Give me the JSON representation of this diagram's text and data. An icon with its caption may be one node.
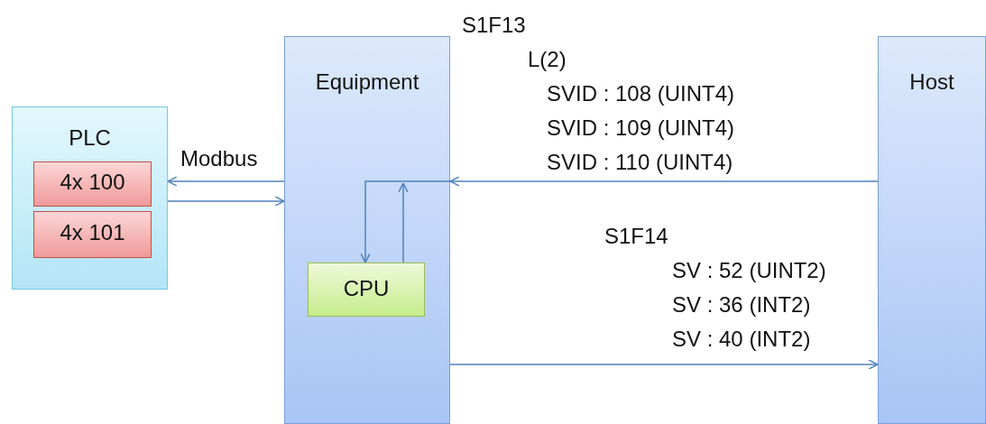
{
  "diagram": {
    "nodes": [
      {
        "text": [
          "PLC"
        ]
      },
      {
        "text": [
          "4x 100"
        ],
        "in": 0
      },
      {
        "text": [
          "4x 101"
        ],
        "in": 0
      },
      {
        "text": [
          "Equipment"
        ]
      },
      {
        "text": [
          "CPU"
        ],
        "in": 3
      },
      {
        "text": [
          "Host"
        ]
      }
    ],
    "edges": [
      {
        "from": 5,
        "to": 3,
        "arrow": "to"
      },
      {
        "from": 3,
        "to": 0,
        "arrow": "to",
        "label": "Modbus"
      },
      {
        "from": 0,
        "to": 3,
        "arrow": "to"
      },
      {
        "from": 3,
        "to": 4,
        "arrow": "to"
      },
      {
        "from": 4,
        "to": 3,
        "arrow": "to"
      },
      {
        "from": 3,
        "to": 5,
        "arrow": "to"
      }
    ],
    "labels": [
      "S1F13",
      "L(2)",
      "SVID : 108 (UINT4)",
      "SVID : 109 (UINT4)",
      "SVID : 110 (UINT4)",
      "S1F14",
      "SV : 52 (UINT2)",
      "SV : 36 (INT2)",
      "SV : 40 (INT2)"
    ]
  }
}
